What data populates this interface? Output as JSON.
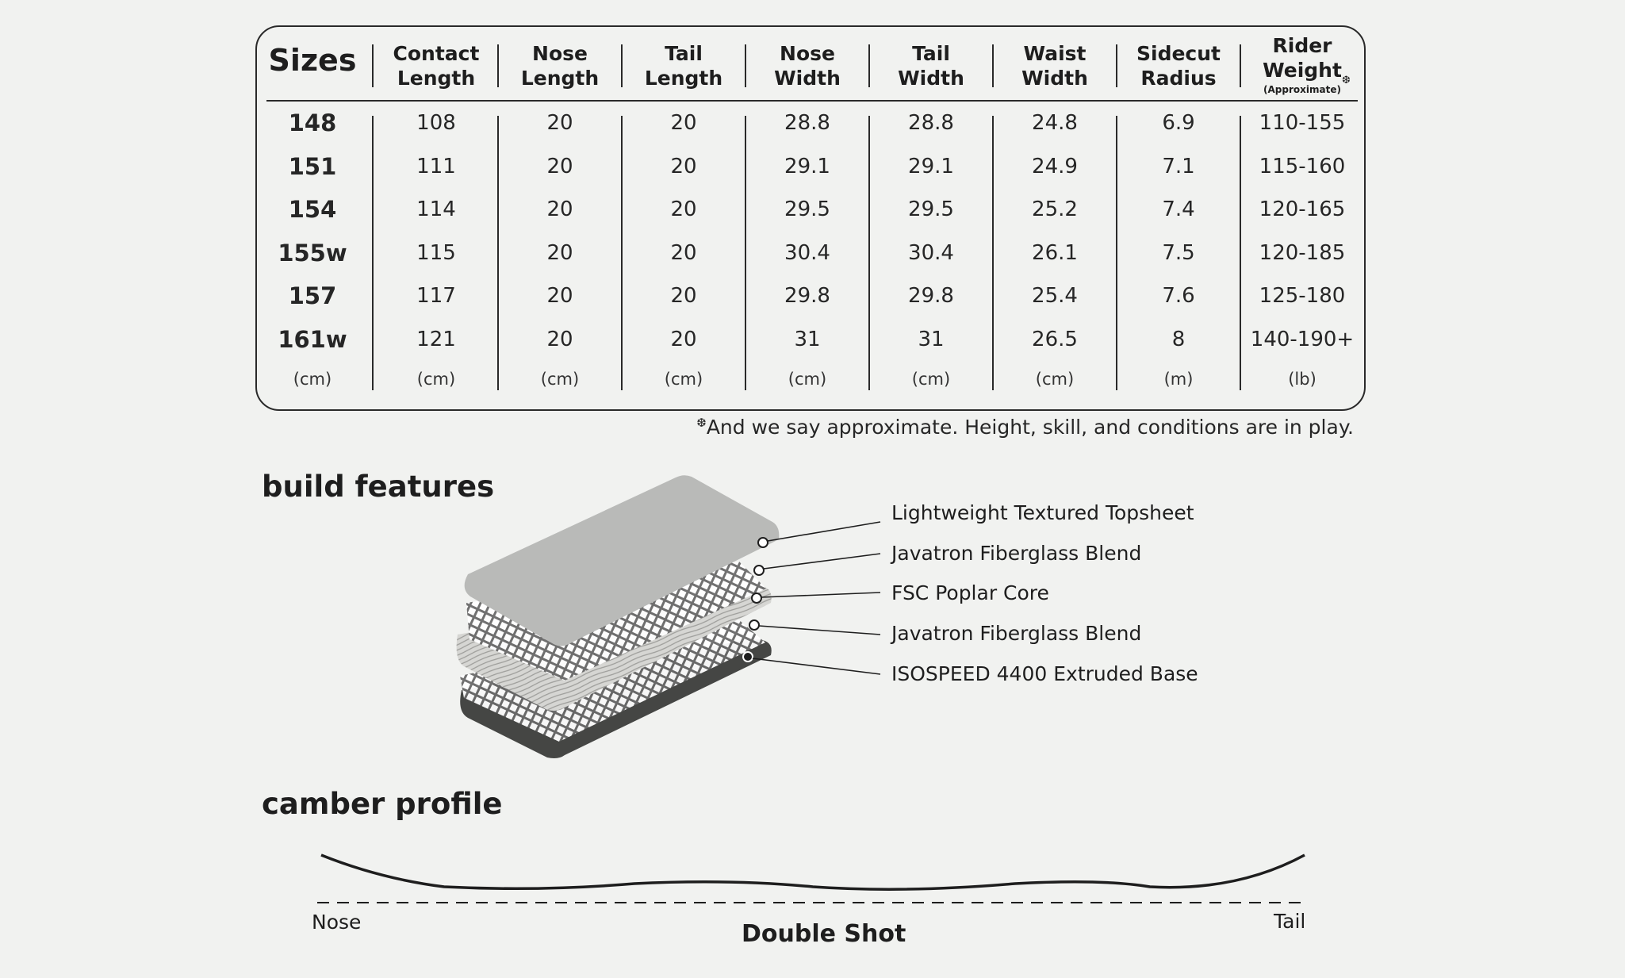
{
  "table": {
    "headers": [
      {
        "label": "Sizes"
      },
      {
        "label": "Contact\nLength"
      },
      {
        "label": "Nose\nLength"
      },
      {
        "label": "Tail\nLength"
      },
      {
        "label": "Nose\nWidth"
      },
      {
        "label": "Tail\nWidth"
      },
      {
        "label": "Waist\nWidth"
      },
      {
        "label": "Sidecut\nRadius"
      },
      {
        "label": "Rider\nWeight",
        "sub": "(Approximate)",
        "mark": "❆"
      }
    ],
    "rows": [
      [
        "148",
        "108",
        "20",
        "20",
        "28.8",
        "28.8",
        "24.8",
        "6.9",
        "110-155"
      ],
      [
        "151",
        "111",
        "20",
        "20",
        "29.1",
        "29.1",
        "24.9",
        "7.1",
        "115-160"
      ],
      [
        "154",
        "114",
        "20",
        "20",
        "29.5",
        "29.5",
        "25.2",
        "7.4",
        "120-165"
      ],
      [
        "155w",
        "115",
        "20",
        "20",
        "30.4",
        "30.4",
        "26.1",
        "7.5",
        "120-185"
      ],
      [
        "157",
        "117",
        "20",
        "20",
        "29.8",
        "29.8",
        "25.4",
        "7.6",
        "125-180"
      ],
      [
        "161w",
        "121",
        "20",
        "20",
        "31",
        "31",
        "26.5",
        "8",
        "140-190+"
      ]
    ],
    "units": [
      "(cm)",
      "(cm)",
      "(cm)",
      "(cm)",
      "(cm)",
      "(cm)",
      "(cm)",
      "(m)",
      "(lb)"
    ]
  },
  "footnote": {
    "mark": "❆",
    "text": "And we say approximate. Height, skill, and conditions are in play."
  },
  "build": {
    "title": "build features",
    "layers": [
      "Lightweight Textured Topsheet",
      "Javatron Fiberglass Blend",
      "FSC Poplar Core",
      "Javatron Fiberglass Blend",
      "ISOSPEED 4400 Extruded Base"
    ]
  },
  "camber": {
    "title": "camber profile",
    "nose_label": "Nose",
    "tail_label": "Tail",
    "profile_name": "Double Shot"
  },
  "colors": {
    "background": "#f1f2f0",
    "text": "#1e1e1e",
    "topsheet": "#b9bab8",
    "core": "#cfcfcc",
    "base": "#454644"
  }
}
